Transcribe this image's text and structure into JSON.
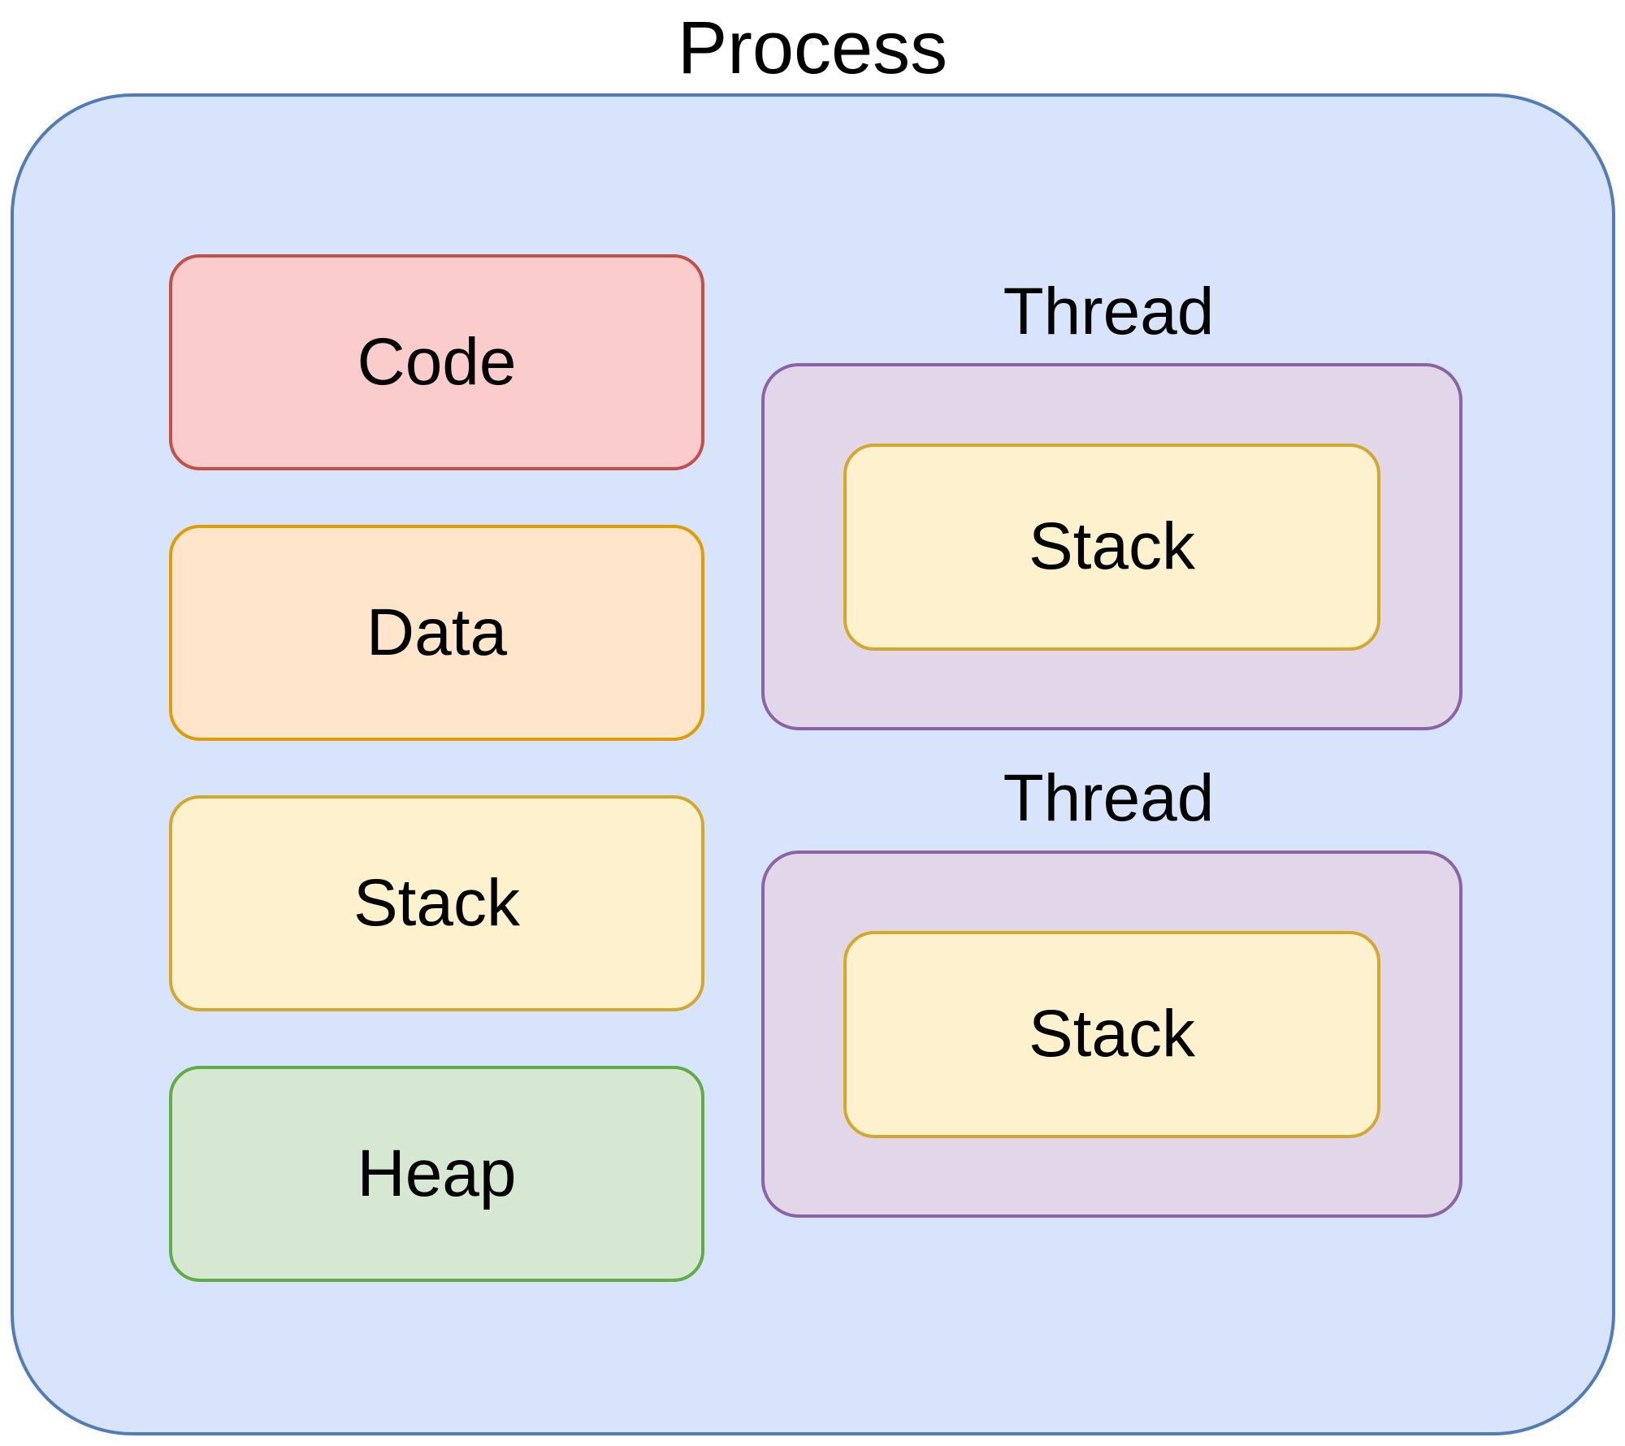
{
  "diagram": {
    "title": "Process",
    "process": {
      "fill": "#D7E4FB",
      "stroke": "#527CB6",
      "segments": [
        {
          "id": "code",
          "label": "Code",
          "fill": "#FACCCB",
          "stroke": "#C34F4A"
        },
        {
          "id": "data",
          "label": "Data",
          "fill": "#FFE5C9",
          "stroke": "#E09C05"
        },
        {
          "id": "stack",
          "label": "Stack",
          "fill": "#FDF2CD",
          "stroke": "#D4A82F"
        },
        {
          "id": "heap",
          "label": "Heap",
          "fill": "#D6E8D1",
          "stroke": "#5FAC49"
        }
      ],
      "threads": [
        {
          "label": "Thread",
          "fill": "#E2D6E9",
          "stroke": "#8B63A6",
          "stack": {
            "label": "Stack",
            "fill": "#FDF2CD",
            "stroke": "#D4A82F"
          }
        },
        {
          "label": "Thread",
          "fill": "#E2D6E9",
          "stroke": "#8B63A6",
          "stack": {
            "label": "Stack",
            "fill": "#FDF2CD",
            "stroke": "#D4A82F"
          }
        }
      ]
    },
    "text_color": "#000000",
    "background": "#FFFFFF"
  }
}
